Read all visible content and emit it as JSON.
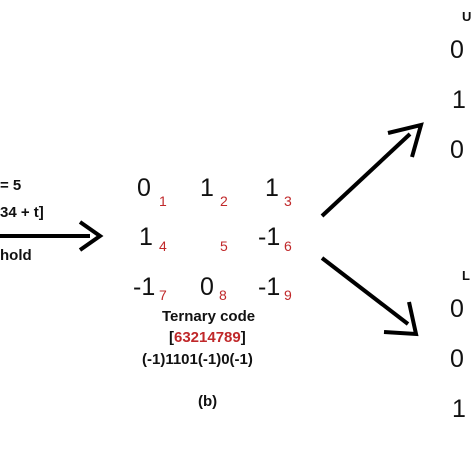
{
  "left_annotations": {
    "line1": "= 5",
    "line2": "34 + t]",
    "line3": "hold"
  },
  "matrix": {
    "cells": [
      {
        "value": "0",
        "index": "1"
      },
      {
        "value": "1",
        "index": "2"
      },
      {
        "value": "1",
        "index": "3"
      },
      {
        "value": "1",
        "index": "4"
      },
      {
        "value": "",
        "index": "5"
      },
      {
        "value": "-1",
        "index": "6"
      },
      {
        "value": "-1",
        "index": "7"
      },
      {
        "value": "0",
        "index": "8"
      },
      {
        "value": "-1",
        "index": "9"
      }
    ]
  },
  "caption": {
    "title": "Ternary code",
    "bracket_open": "[",
    "code": "63214789",
    "bracket_close": "]",
    "sequence": "(-1)1101(-1)0(-1)",
    "label": "(b)"
  },
  "upper_column": {
    "header": "U",
    "values": [
      "0",
      "1",
      "0"
    ]
  },
  "lower_column": {
    "header": "L",
    "values": [
      "0",
      "0",
      "1"
    ]
  },
  "colors": {
    "index_red": "#c0282a",
    "text": "#111111",
    "arrow": "#000000"
  }
}
